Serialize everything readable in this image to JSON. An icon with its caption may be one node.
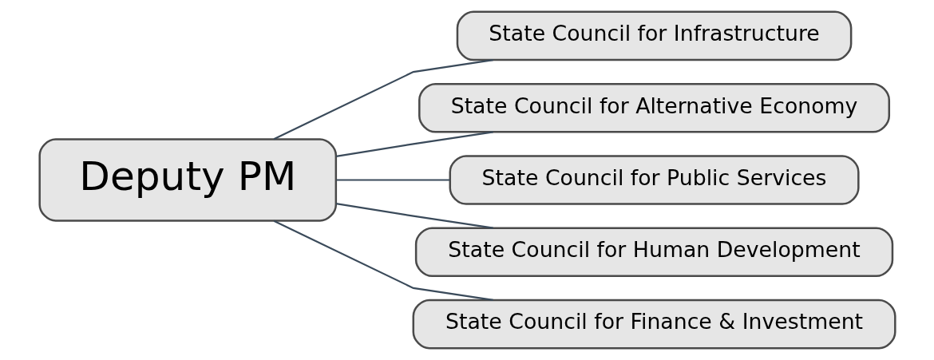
{
  "diagram": {
    "nodes": [
      {
        "text": [
          "Deputy PM"
        ]
      },
      {
        "text": [
          "State Council for Infrastructure"
        ]
      },
      {
        "text": [
          "State Council for Alternative Economy"
        ]
      },
      {
        "text": [
          "State Council for Public Services"
        ]
      },
      {
        "text": [
          "State Council for Human Development"
        ]
      },
      {
        "text": [
          "State Council for Finance & Investment"
        ]
      }
    ],
    "edges": [
      {
        "from": 0,
        "to": 1,
        "arrow": "none"
      },
      {
        "from": 0,
        "to": 2,
        "arrow": "none"
      },
      {
        "from": 0,
        "to": 3,
        "arrow": "none"
      },
      {
        "from": 0,
        "to": 4,
        "arrow": "none"
      },
      {
        "from": 0,
        "to": 5,
        "arrow": "none"
      }
    ]
  }
}
